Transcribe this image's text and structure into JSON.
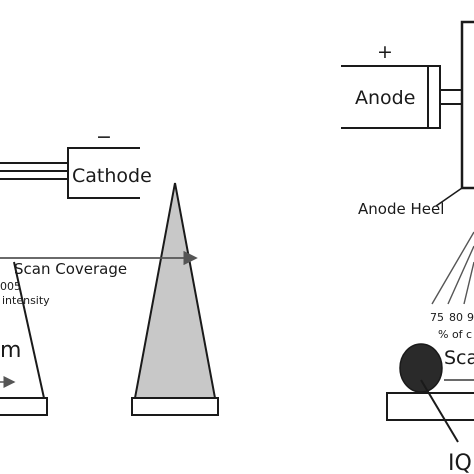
{
  "left_panel": {
    "cathode_sign": "−",
    "cathode_label": "Cathode",
    "scan_coverage_label": "Scan Coverage",
    "partial_value": "005",
    "partial_intensity": "intensity",
    "partial_m": "m"
  },
  "right_panel": {
    "anode_sign": "+",
    "anode_label": "Anode",
    "anode_heel_label": "Anode Heel",
    "scale_values": [
      "75",
      "80",
      "9"
    ],
    "percent_label": "% of c",
    "scan_partial": "Sca",
    "iq_partial": "IQ"
  },
  "colors": {
    "stroke": "#1a1a1a",
    "cone_fill": "#c8c8c8",
    "arrow": "#555555",
    "dark_ball": "#2a2a2a"
  }
}
